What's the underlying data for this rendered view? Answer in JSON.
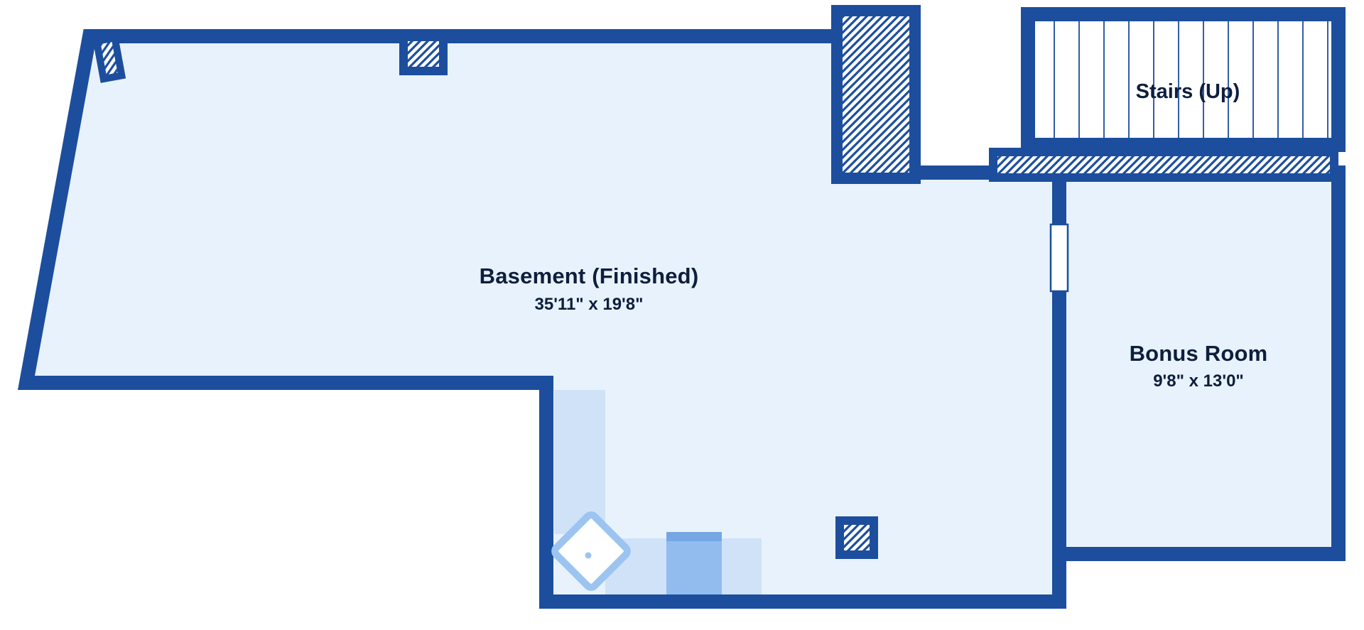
{
  "colors": {
    "wall": "#1c4e9d",
    "floor": "#e8f2fc",
    "hatch_bg": "#ffffff",
    "text": "#0e1e3d",
    "background": "#ffffff",
    "furniture_light": "#cfe2f7",
    "furniture_medium": "#9cc4f0",
    "appliance_body": "#92bcee",
    "appliance_lid": "#74a7e4"
  },
  "rooms": [
    {
      "name": "Basement (Finished)",
      "dimensions": "35'11\" x 19'8\""
    },
    {
      "name": "Bonus Room",
      "dimensions": "9'8\" x 13'0\""
    }
  ],
  "stairs": {
    "label": "Stairs (Up)",
    "tread_count": 12
  }
}
